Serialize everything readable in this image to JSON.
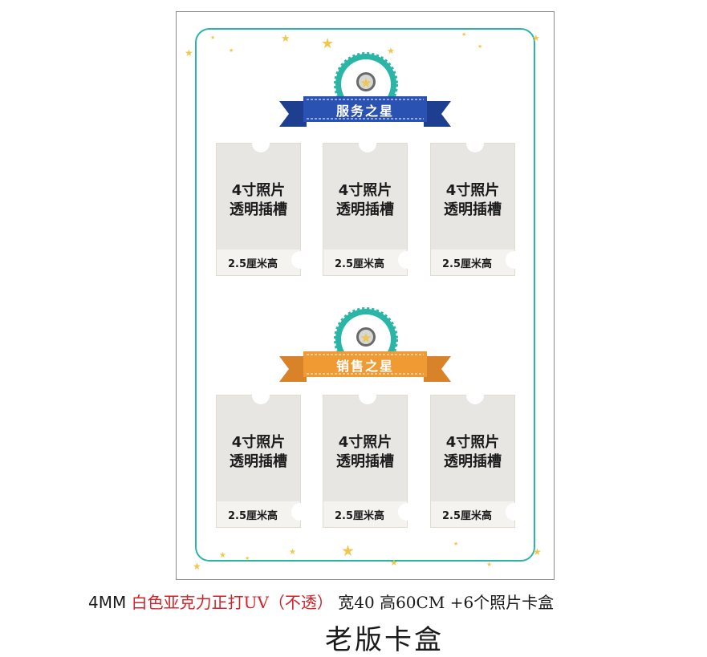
{
  "sections": [
    {
      "title": "服务之星",
      "ribbon_color": "#1e3f8f",
      "cards": [
        {
          "line1": "4寸照片",
          "line2": "透明插槽",
          "height_label": "2.5厘米高"
        },
        {
          "line1": "4寸照片",
          "line2": "透明插槽",
          "height_label": "2.5厘米高"
        },
        {
          "line1": "4寸照片",
          "line2": "透明插槽",
          "height_label": "2.5厘米高"
        }
      ]
    },
    {
      "title": "销售之星",
      "ribbon_color": "#ef9a32",
      "cards": [
        {
          "line1": "4寸照片",
          "line2": "透明插槽",
          "height_label": "2.5厘米高"
        },
        {
          "line1": "4寸照片",
          "line2": "透明插槽",
          "height_label": "2.5厘米高"
        },
        {
          "line1": "4寸照片",
          "line2": "透明插槽",
          "height_label": "2.5厘米高"
        }
      ]
    }
  ],
  "caption": {
    "size": "4MM",
    "material": "白色亚克力正打UV（不透）",
    "dimensions": "宽40 高60CM",
    "extra": "+6个照片卡盒"
  },
  "subtitle": "老版卡盒",
  "colors": {
    "frame": "#2bb5a7",
    "star": "#f0c64e",
    "badge_ring": "#2bb5a7",
    "caption_red": "#d3222a"
  },
  "icons": [
    "star-icon",
    "badge-star-icon"
  ]
}
